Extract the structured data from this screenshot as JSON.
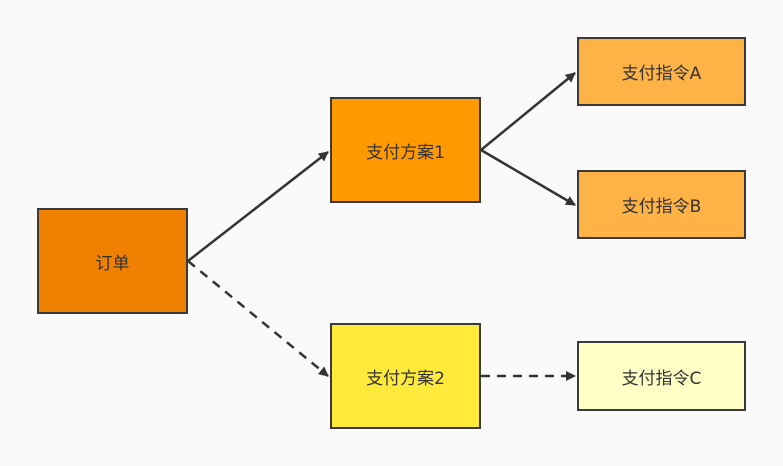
{
  "nodes": {
    "order": {
      "label": "订单",
      "fill": "#f08000"
    },
    "plan1": {
      "label": "支付方案1",
      "fill": "#ff9900"
    },
    "plan2": {
      "label": "支付方案2",
      "fill": "#ffe93b"
    },
    "instr_a": {
      "label": "支付指令A",
      "fill": "#ffb347"
    },
    "instr_b": {
      "label": "支付指令B",
      "fill": "#ffb347"
    },
    "instr_c": {
      "label": "支付指令C",
      "fill": "#ffffc6"
    }
  },
  "edges": [
    {
      "from": "order",
      "to": "plan1",
      "style": "solid"
    },
    {
      "from": "order",
      "to": "plan2",
      "style": "dashed"
    },
    {
      "from": "plan1",
      "to": "instr_a",
      "style": "solid"
    },
    {
      "from": "plan1",
      "to": "instr_b",
      "style": "solid"
    },
    {
      "from": "plan2",
      "to": "instr_c",
      "style": "dashed"
    }
  ],
  "colors": {
    "border": "#3a3a3a",
    "edge": "#333333",
    "background": "#fafafa"
  }
}
